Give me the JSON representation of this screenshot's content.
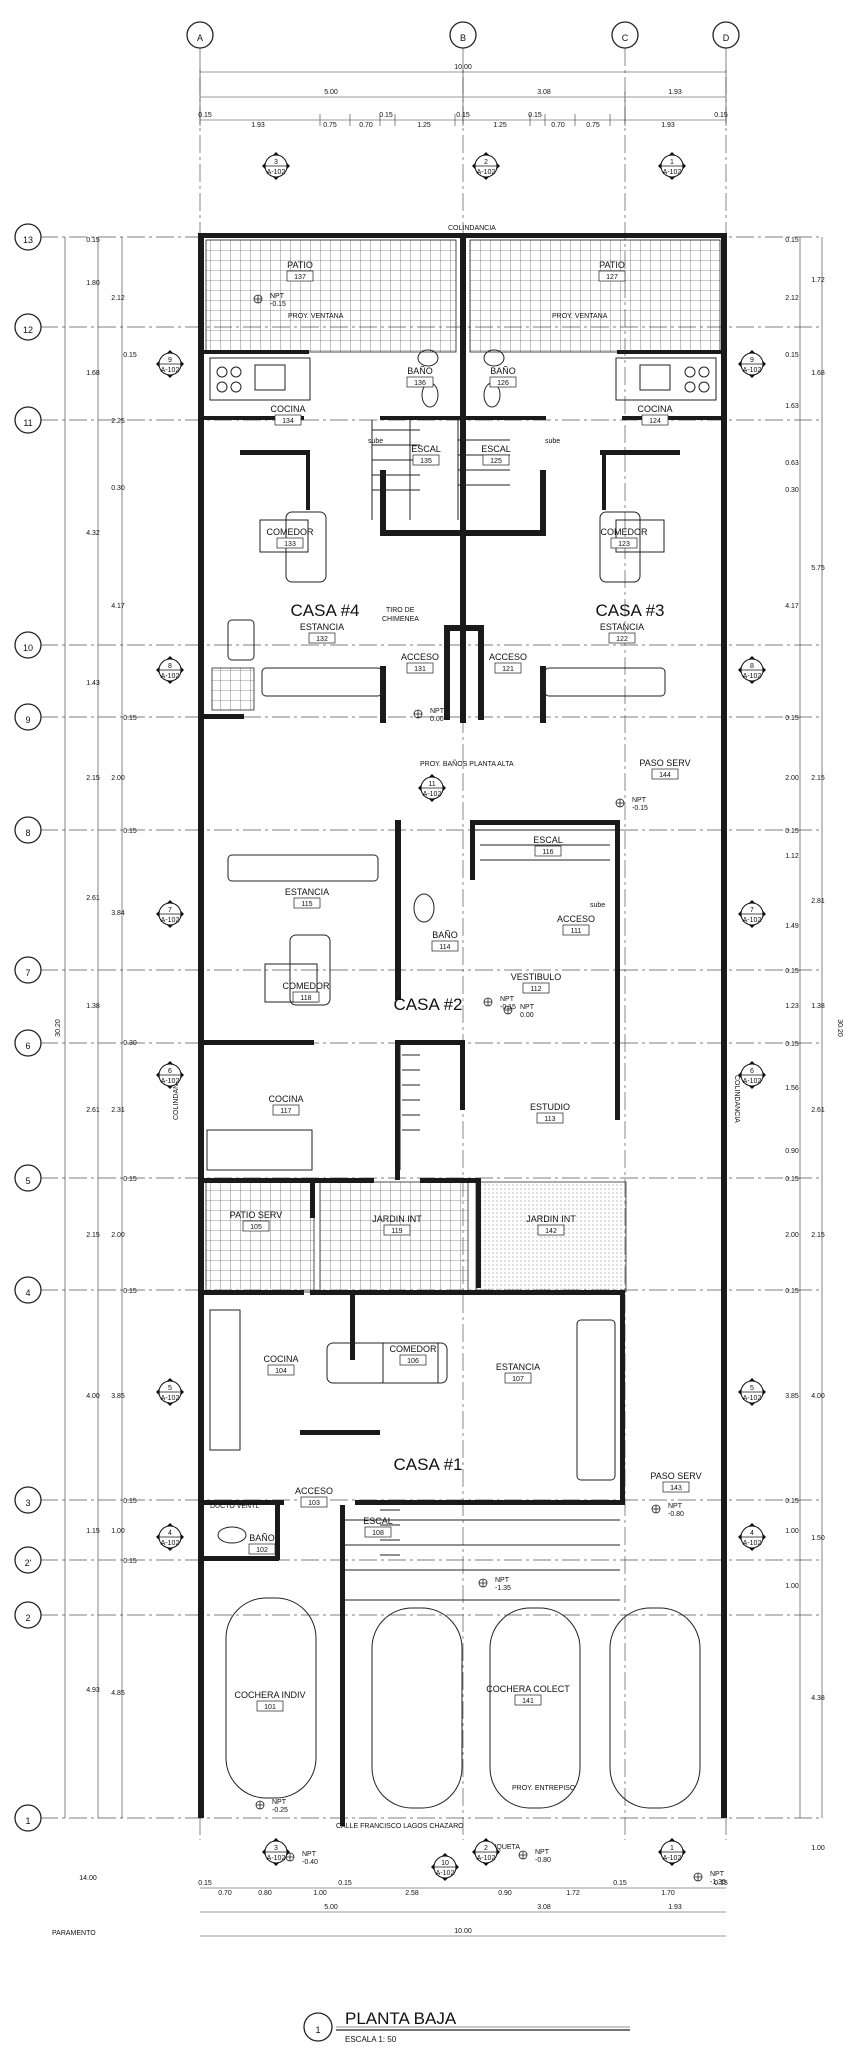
{
  "title": {
    "main": "PLANTA BAJA",
    "scale": "ESCALA 1: 50",
    "ref": "1"
  },
  "axes_top": [
    "A",
    "B",
    "C",
    "D"
  ],
  "axes_side": [
    "13",
    "12",
    "11",
    "10",
    "9",
    "8",
    "7",
    "6",
    "5",
    "4",
    "3",
    "2'",
    "2",
    "1"
  ],
  "houses": [
    "CASA #4",
    "CASA #3",
    "CASA #2",
    "CASA #1"
  ],
  "rooms": [
    {
      "name": "PATIO",
      "num": "137"
    },
    {
      "name": "PATIO",
      "num": "127"
    },
    {
      "name": "BAÑO",
      "num": "136"
    },
    {
      "name": "BAÑO",
      "num": "126"
    },
    {
      "name": "COCINA",
      "num": "134"
    },
    {
      "name": "COCINA",
      "num": "124"
    },
    {
      "name": "ESCAL",
      "num": "135"
    },
    {
      "name": "ESCAL",
      "num": "125"
    },
    {
      "name": "COMEDOR",
      "num": "133"
    },
    {
      "name": "COMEDOR",
      "num": "123"
    },
    {
      "name": "ESTANCIA",
      "num": "132"
    },
    {
      "name": "ESTANCIA",
      "num": "122"
    },
    {
      "name": "ACCESO",
      "num": "131"
    },
    {
      "name": "ACCESO",
      "num": "121"
    },
    {
      "name": "PASO SERV",
      "num": "144"
    },
    {
      "name": "ESCAL",
      "num": "116"
    },
    {
      "name": "ESTANCIA",
      "num": "115"
    },
    {
      "name": "BAÑO",
      "num": "114"
    },
    {
      "name": "ACCESO",
      "num": "111"
    },
    {
      "name": "COMEDOR",
      "num": "118"
    },
    {
      "name": "VESTIBULO",
      "num": "112"
    },
    {
      "name": "COCINA",
      "num": "117"
    },
    {
      "name": "ESTUDIO",
      "num": "113"
    },
    {
      "name": "PATIO SERV",
      "num": "105"
    },
    {
      "name": "JARDIN INT",
      "num": "119"
    },
    {
      "name": "JARDIN INT",
      "num": "142"
    },
    {
      "name": "COCINA",
      "num": "104"
    },
    {
      "name": "COMEDOR",
      "num": "106"
    },
    {
      "name": "ESTANCIA",
      "num": "107"
    },
    {
      "name": "PASO SERV",
      "num": "143"
    },
    {
      "name": "ACCESO",
      "num": "103"
    },
    {
      "name": "BAÑO",
      "num": "102"
    },
    {
      "name": "ESCAL",
      "num": "108"
    },
    {
      "name": "COCHERA INDIV",
      "num": "101"
    },
    {
      "name": "COCHERA COLECT",
      "num": "141"
    }
  ],
  "labels": {
    "colindancia": "COLINDANCIA",
    "proy_ventana": "PROY. VENTANA",
    "tiro": "TIRO DE",
    "chimenea": "CHIMENEA",
    "proy_banos": "PROY. BAÑOS PLANTA ALTA",
    "ducto": "DUCTO VENTL",
    "calle": "CALLE FRANCISCO LAGOS CHAZARO",
    "banqueta": "BANQUETA",
    "paramento": "PARAMENTO",
    "proy_entrepiso": "PROY. ENTREPISO",
    "sube": "sube",
    "npt": "NPT"
  },
  "levels": [
    "-0.15",
    "0.00",
    "-0.15",
    "0.00",
    "-0.15",
    "-0.80",
    "-1.35",
    "-0.25",
    "-0.40",
    "-0.80",
    "-1.35"
  ],
  "dims_top": [
    "10.00",
    "5.00",
    "3.08",
    "1.93",
    "0.15",
    "1.93",
    "0.75",
    "0.70",
    "0.15",
    "1.25",
    "0.15",
    "1.25",
    "0.15",
    "0.70",
    "0.75",
    "1.93",
    "0.15"
  ],
  "dims_left": [
    "0.15",
    "1.80",
    "2.12",
    "0.15",
    "1.68",
    "2.25",
    "0.30",
    "4.32",
    "4.17",
    "1.43",
    "0.15",
    "2.15",
    "2.00",
    "0.15",
    "2.61",
    "3.84",
    "1.38",
    "0.30",
    "2.61",
    "2.31",
    "0.15",
    "2.15",
    "2.00",
    "0.15",
    "4.00",
    "3.85",
    "0.15",
    "1.15",
    "1.00",
    "0.15",
    "4.93",
    "4.85",
    "14.00",
    "30.20"
  ],
  "dims_right": [
    "0.15",
    "1.72",
    "2.12",
    "0.15",
    "1.68",
    "1.63",
    "0.63",
    "0.30",
    "5.75",
    "4.17",
    "0.15",
    "2.00",
    "2.15",
    "0.15",
    "1.12",
    "2.81",
    "1.49",
    "0.15",
    "1.23",
    "1.38",
    "0.15",
    "1.56",
    "2.61",
    "0.90",
    "0.15",
    "2.00",
    "2.15",
    "0.15",
    "3.85",
    "4.00",
    "0.15",
    "1.00",
    "1.50",
    "1.00",
    "4.38",
    "1.00",
    "30.20"
  ],
  "dims_bottom": [
    "0.15",
    "0.70",
    "0.80",
    "1.00",
    "0.15",
    "2.58",
    "0.90",
    "1.72",
    "0.15",
    "1.70",
    "0.15",
    "5.00",
    "3.08",
    "1.93",
    "10.00"
  ],
  "sections": [
    {
      "n": "3",
      "s": "A-102"
    },
    {
      "n": "2",
      "s": "A-102"
    },
    {
      "n": "1",
      "s": "A-102"
    },
    {
      "n": "9",
      "s": "A-102"
    },
    {
      "n": "8",
      "s": "A-102"
    },
    {
      "n": "11",
      "s": "A-102"
    },
    {
      "n": "7",
      "s": "A-102"
    },
    {
      "n": "6",
      "s": "A-102"
    },
    {
      "n": "5",
      "s": "A-102"
    },
    {
      "n": "4",
      "s": "A-102"
    },
    {
      "n": "10",
      "s": "A-102"
    }
  ],
  "colors": {
    "wall": "#1a1a1a",
    "line": "#222222",
    "paper": "#ffffff"
  }
}
